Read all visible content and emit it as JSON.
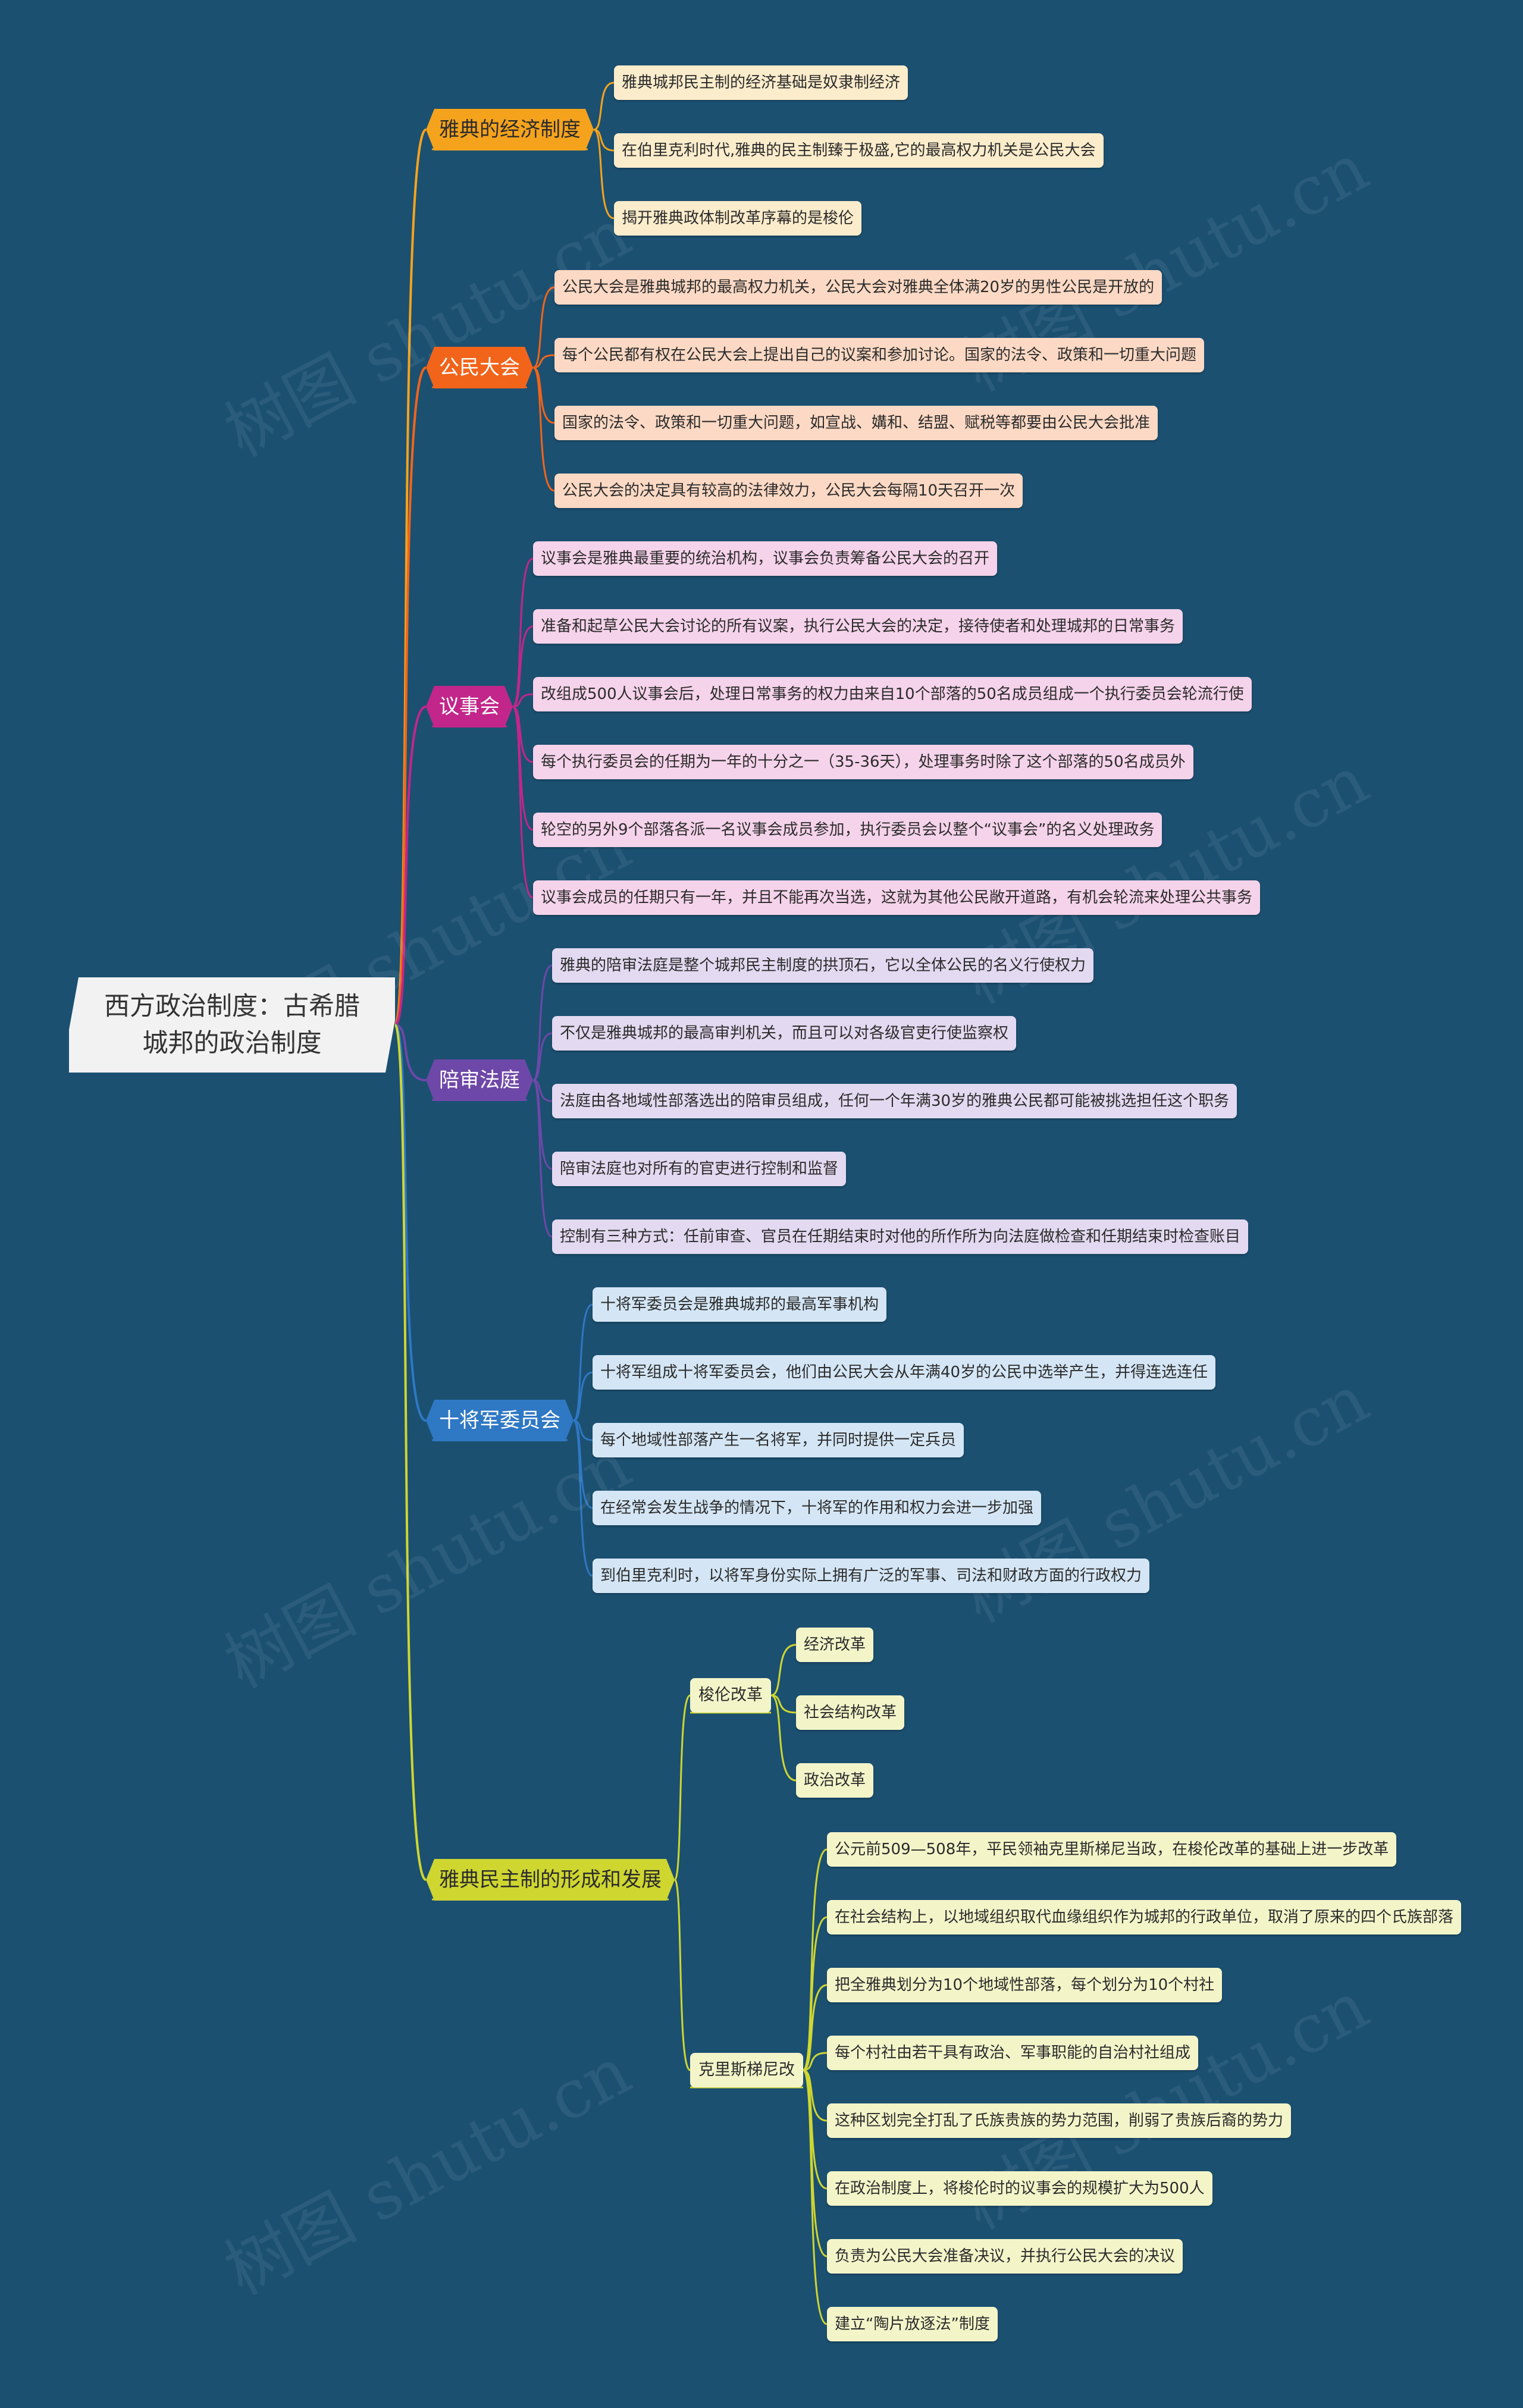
{
  "root": {
    "title": "西方政治制度：古希腊城邦的政治制度"
  },
  "watermark": "树图 shutu.cn",
  "branches": [
    {
      "label": "雅典的经济制度",
      "color": "#f5a31d",
      "leaf_color": "#fbeccb",
      "text_color": "#2b2b2b",
      "leaves": [
        "雅典城邦民主制的经济基础是奴隶制经济",
        "在伯里克利时代,雅典的民主制臻于极盛,它的最高权力机关是公民大会",
        "揭开雅典政体制改革序幕的是梭伦"
      ]
    },
    {
      "label": "公民大会",
      "color": "#f2641a",
      "leaf_color": "#fcd9c4",
      "text_color": "#ffffff",
      "leaves": [
        "公民大会是雅典城邦的最高权力机关，公民大会对雅典全体满20岁的男性公民是开放的",
        "每个公民都有权在公民大会上提出自己的议案和参加讨论。国家的法令、政策和一切重大问题",
        "国家的法令、政策和一切重大问题，如宣战、媾和、结盟、赋税等都要由公民大会批准",
        "公民大会的决定具有较高的法律效力，公民大会每隔10天召开一次"
      ]
    },
    {
      "label": "议事会",
      "color": "#c2268a",
      "leaf_color": "#f5d3ea",
      "text_color": "#ffffff",
      "leaves": [
        "议事会是雅典最重要的统治机构，议事会负责筹备公民大会的召开",
        "准备和起草公民大会讨论的所有议案，执行公民大会的决定，接待使者和处理城邦的日常事务",
        "改组成500人议事会后，处理日常事务的权力由来自10个部落的50名成员组成一个执行委员会轮流行使",
        "每个执行委员会的任期为一年的十分之一（35-36天），处理事务时除了这个部落的50名成员外",
        "轮空的另外9个部落各派一名议事会成员参加，执行委员会以整个“议事会”的名义处理政务",
        "议事会成员的任期只有一年，并且不能再次当选，这就为其他公民敞开道路，有机会轮流来处理公共事务"
      ]
    },
    {
      "label": "陪审法庭",
      "color": "#6e48a8",
      "leaf_color": "#e3d9f0",
      "text_color": "#ffffff",
      "leaves": [
        "雅典的陪审法庭是整个城邦民主制度的拱顶石，它以全体公民的名义行使权力",
        "不仅是雅典城邦的最高审判机关，而且可以对各级官吏行使监察权",
        "法庭由各地域性部落选出的陪审员组成，任何一个年满30岁的雅典公民都可能被挑选担任这个职务",
        "陪审法庭也对所有的官吏进行控制和监督",
        "控制有三种方式：任前审查、官员在任期结束时对他的所作所为向法庭做检查和任期结束时检查账目"
      ]
    },
    {
      "label": "十将军委员会",
      "color": "#2f78c4",
      "leaf_color": "#d4e6f5",
      "text_color": "#ffffff",
      "leaves": [
        "十将军委员会是雅典城邦的最高军事机构",
        "十将军组成十将军委员会，他们由公民大会从年满40岁的公民中选举产生，并得连选连任",
        "每个地域性部落产生一名将军，并同时提供一定兵员",
        "在经常会发生战争的情况下，十将军的作用和权力会进一步加强",
        "到伯里克利时，以将军身份实际上拥有广泛的军事、司法和财政方面的行政权力"
      ]
    },
    {
      "label": "雅典民主制的形成和发展",
      "color": "#cfd630",
      "leaf_color": "#f3f5c9",
      "text_color": "#2b2b2b",
      "subs": [
        {
          "label": "梭伦改革",
          "leaves": [
            "经济改革",
            "社会结构改革",
            "政治改革"
          ]
        },
        {
          "label": "克里斯梯尼改",
          "leaves": [
            "公元前509—508年，平民领袖克里斯梯尼当政，在梭伦改革的基础上进一步改革",
            "在社会结构上，以地域组织取代血缘组织作为城邦的行政单位，取消了原来的四个氏族部落",
            "把全雅典划分为10个地域性部落，每个划分为10个村社",
            "每个村社由若干具有政治、军事职能的自治村社组成",
            "这种区划完全打乱了氏族贵族的势力范围，削弱了贵族后裔的势力",
            "在政治制度上，将梭伦时的议事会的规模扩大为500人",
            "负责为公民大会准备决议，并执行公民大会的决议",
            "建立“陶片放逐法”制度"
          ]
        }
      ]
    }
  ]
}
